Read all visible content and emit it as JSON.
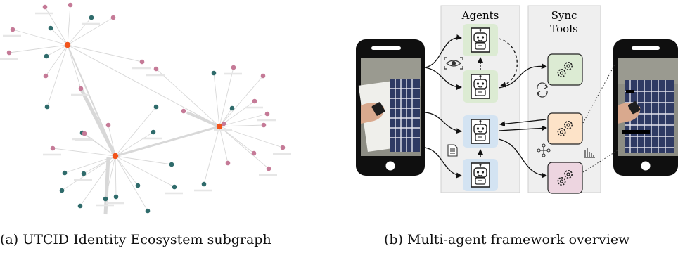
{
  "figure_a": {
    "caption": "(a) UTCID Identity Ecosystem subgraph",
    "colors": {
      "hub": "#f2541b",
      "pink": "#c57a97",
      "teal": "#2f6b6b",
      "edge": "#d8d8d8"
    }
  },
  "figure_b": {
    "caption": "(b) Multi-agent framework overview",
    "agents_header": "Agents",
    "sync_tools_header_line1": "Sync",
    "sync_tools_header_line2": "Tools",
    "colors": {
      "panel": "#efefef",
      "agent_green": "#dcebd3",
      "agent_blue": "#d3e3f2",
      "tool_green": "#dcebd3",
      "tool_orange": "#fde3c8",
      "tool_pink": "#edd5e0"
    },
    "icons": [
      "phone-icon",
      "eye-scan-icon",
      "robot-icon",
      "sync-icon",
      "gear-icon",
      "document-icon",
      "network-icon",
      "bar-chart-icon"
    ]
  }
}
